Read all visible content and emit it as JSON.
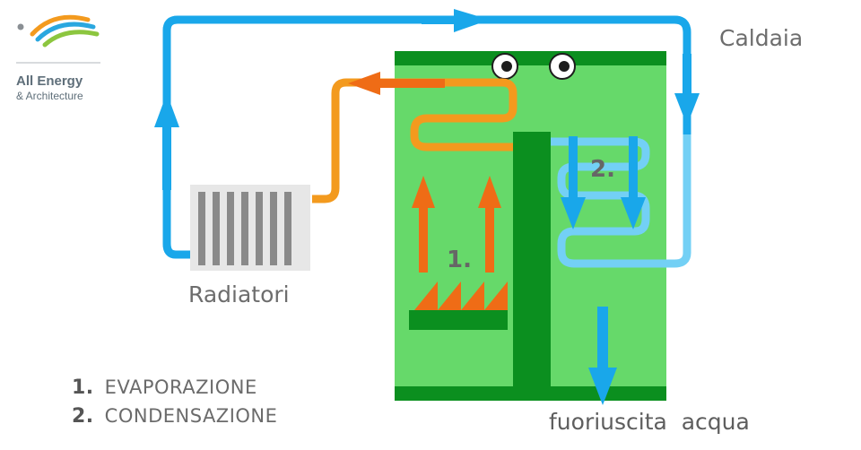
{
  "logo": {
    "line1": "All Energy",
    "line2": "& Architecture"
  },
  "labels": {
    "boiler": "Caldaia",
    "radiators": "Radiatori",
    "water_outlet": "fuoriuscita  acqua",
    "marker_1": "1.",
    "marker_2": "2."
  },
  "legend": [
    {
      "number": "1.",
      "text": "EVAPORAZIONE"
    },
    {
      "number": "2.",
      "text": "CONDENSAZIONE"
    }
  ],
  "colors": {
    "boiler_body": "#66d96a",
    "boiler_dark": "#0b8f1f",
    "hot_pipe": "#f39a1e",
    "hot_arrow": "#ef6c16",
    "cold_pipe": "#19a7ea",
    "cold_pipe_light": "#73d0f5",
    "label_gray": "#6d6d6d"
  }
}
